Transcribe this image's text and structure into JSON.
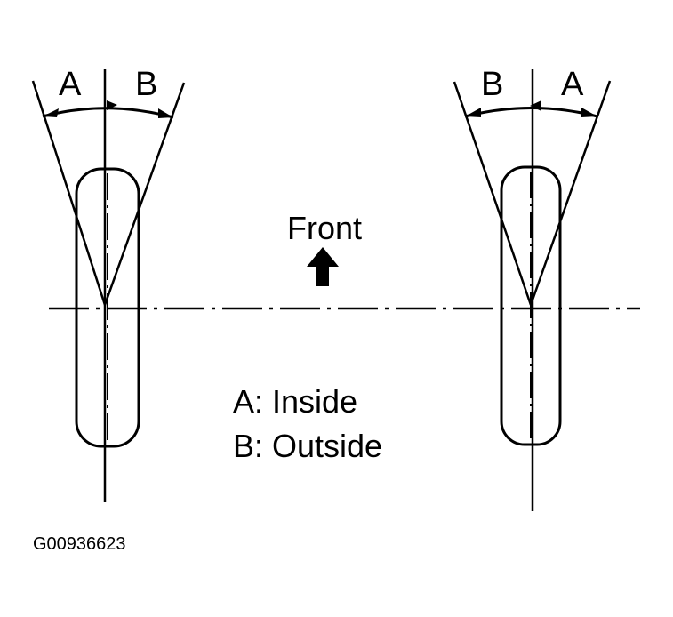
{
  "labels": {
    "left_a": "A",
    "left_b": "B",
    "right_b": "B",
    "right_a": "A",
    "front": "Front",
    "legend_a": "A: Inside",
    "legend_b": "B: Outside",
    "figure_id": "G00936623"
  },
  "colors": {
    "line": "#000000",
    "background": "#ffffff"
  }
}
